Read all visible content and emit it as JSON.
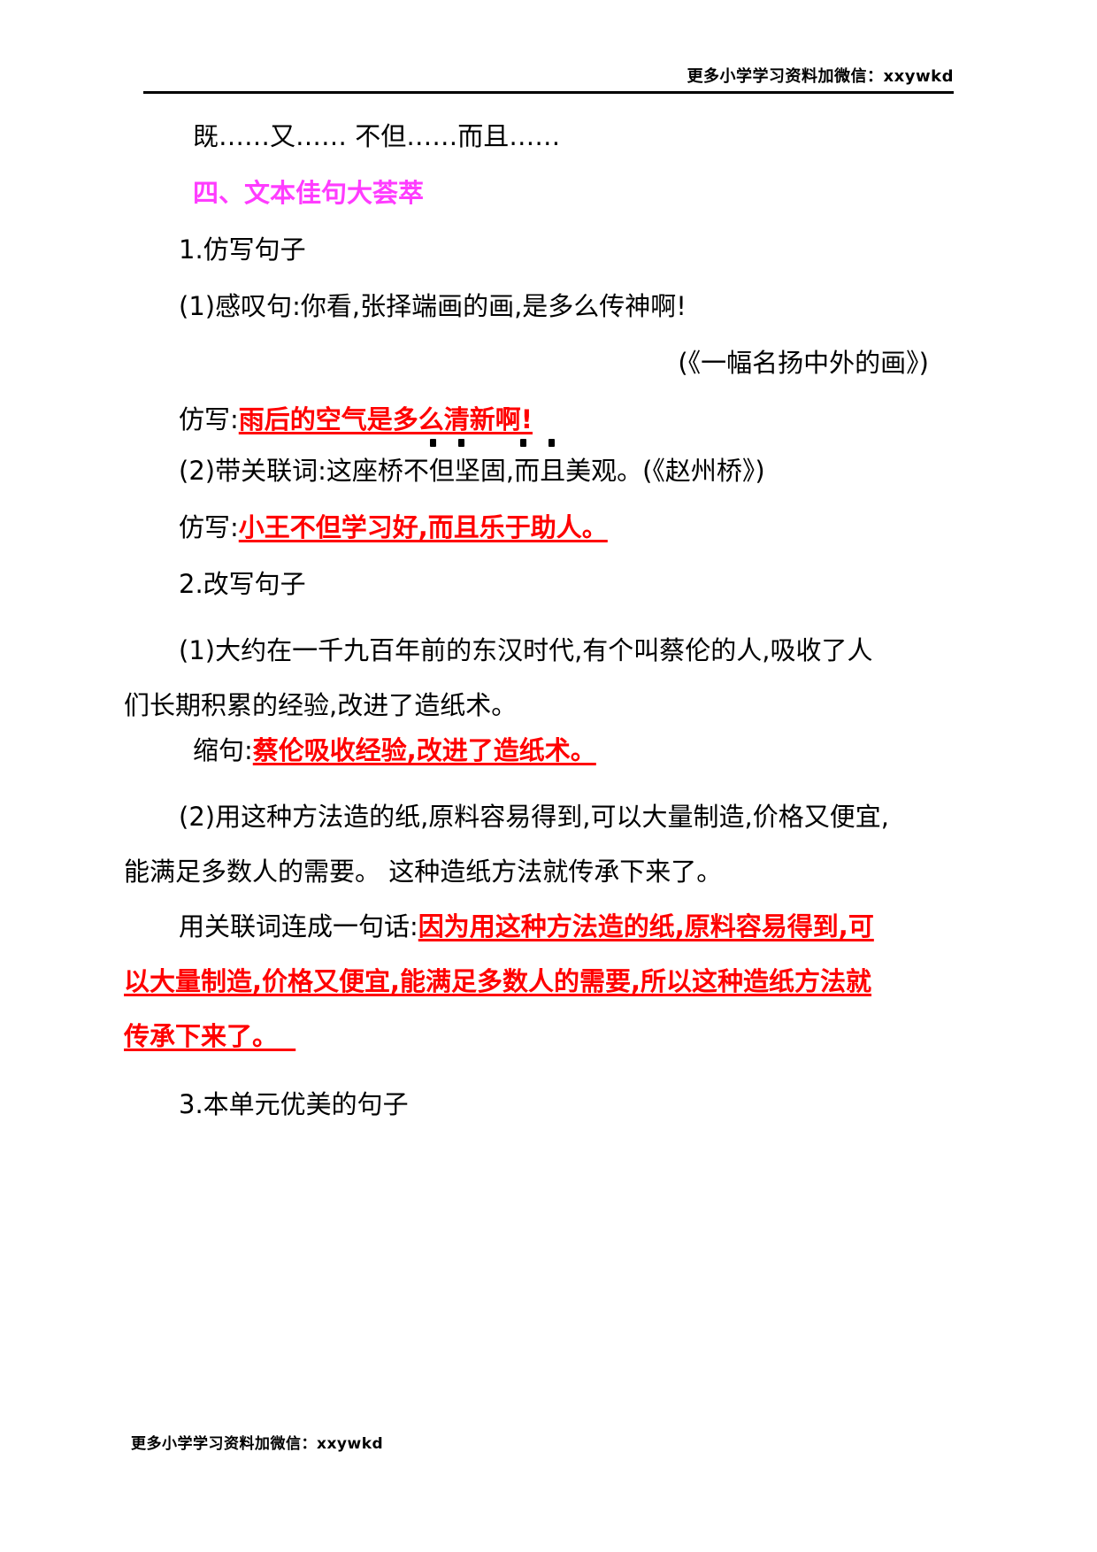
{
  "header": {
    "text": "更多小学学习资料加微信：xxywkd"
  },
  "footer": {
    "text": "更多小学学习资料加微信：xxywkd"
  },
  "colors": {
    "heading_magenta": "#ff3cff",
    "answer_red": "#ff0000",
    "body_black": "#000000"
  },
  "body": {
    "connectives_line": "既……又……  不但……而且……",
    "section_heading": "四、文本佳句大荟萃",
    "item1_title": "1.仿写句子",
    "item1_sub1": "(1)感叹句:你看,张择端画的画,是多么传神啊!",
    "item1_sub1_source": "(《一幅名扬中外的画》)",
    "item1_answer1_label": "仿写:",
    "item1_answer1_text": "雨后的空气是多么清新啊!",
    "item1_sub2": "(2)带关联词:这座桥不但坚固,而且美观。(《赵州桥》)",
    "item1_answer2_label": "仿写:",
    "item1_answer2_text": "小王不但学习好,而且乐于助人。",
    "item2_title": "2.改写句子",
    "item2_sub1_line1": "(1)大约在一千九百年前的东汉时代,有个叫蔡伦的人,吸收了人",
    "item2_sub1_line2": "们长期积累的经验,改进了造纸术。",
    "item2_answer1_label": "缩句:",
    "item2_answer1_text": "蔡伦吸收经验,改进了造纸术。",
    "item2_sub2_line1": "(2)用这种方法造的纸,原料容易得到,可以大量制造,价格又便宜,",
    "item2_sub2_line2": "能满足多数人的需要。  这种造纸方法就传承下来了。",
    "item2_answer2_label": "用关联词连成一句话:",
    "item2_answer2_line1": "因为用这种方法造的纸,原料容易得到,可",
    "item2_answer2_line2": "以大量制造,价格又便宜,能满足多数人的需要,所以这种造纸方法就",
    "item2_answer2_line3": "传承下来了。",
    "item3_title": "3.本单元优美的句子"
  },
  "emphasis_dots": {
    "count": 4,
    "offsets": [
      268,
      300,
      372,
      404
    ]
  }
}
